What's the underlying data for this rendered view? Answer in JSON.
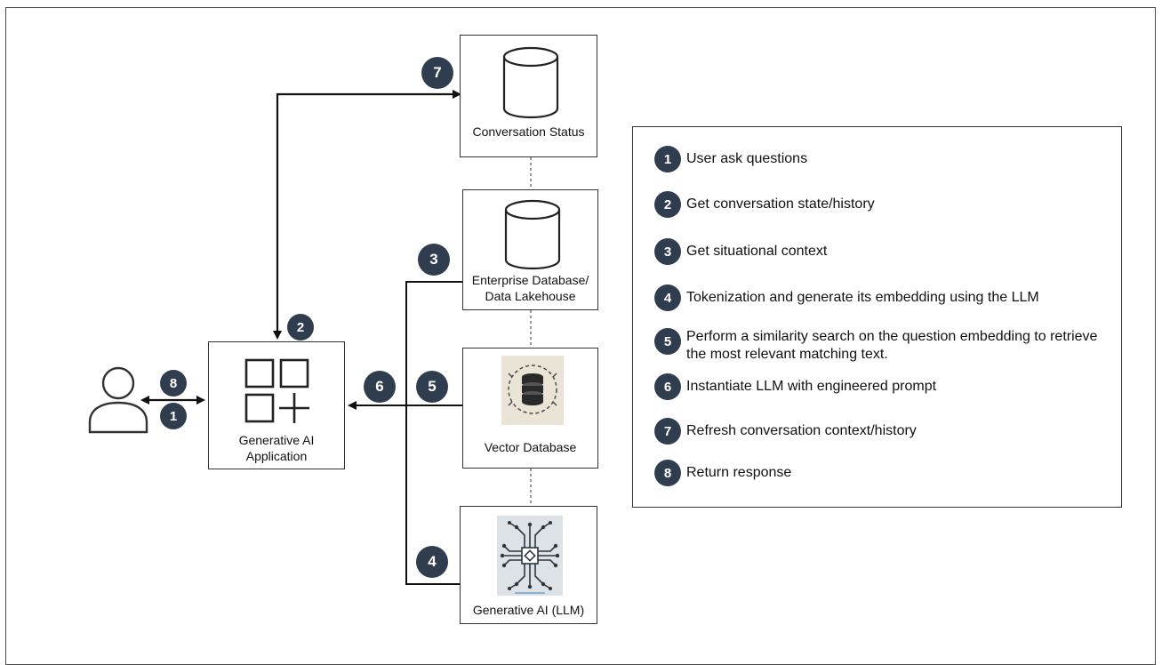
{
  "nodes": {
    "conversation_status": "Conversation Status",
    "enterprise_db_line1": "Enterprise Database/",
    "enterprise_db_line2": "Data Lakehouse",
    "vector_db": "Vector Database",
    "llm": "Generative AI (LLM)",
    "app_line1": "Generative AI",
    "app_line2": "Application"
  },
  "badges": {
    "b7": "7",
    "b2": "2",
    "b3": "3",
    "b6": "6",
    "b5": "5",
    "b4": "4",
    "b8": "8",
    "b1": "1"
  },
  "legend": [
    {
      "num": "1",
      "text": "User ask questions"
    },
    {
      "num": "2",
      "text": "Get conversation state/history"
    },
    {
      "num": "3",
      "text": "Get situational context"
    },
    {
      "num": "4",
      "text": "Tokenization and generate its embedding using the LLM"
    },
    {
      "num": "5",
      "text": "Perform a similarity search on the question embedding to retrieve the most relevant matching text."
    },
    {
      "num": "6",
      "text": "Instantiate LLM with engineered prompt"
    },
    {
      "num": "7",
      "text": "Refresh conversation context/history"
    },
    {
      "num": "8",
      "text": "Return response"
    }
  ],
  "colors": {
    "badge": "#2f3d4f",
    "line": "#111111",
    "border": "#333333"
  },
  "icons": [
    "user-icon",
    "app-grid-icon",
    "database-icon",
    "vector-database-icon",
    "circuit-chip-icon"
  ]
}
